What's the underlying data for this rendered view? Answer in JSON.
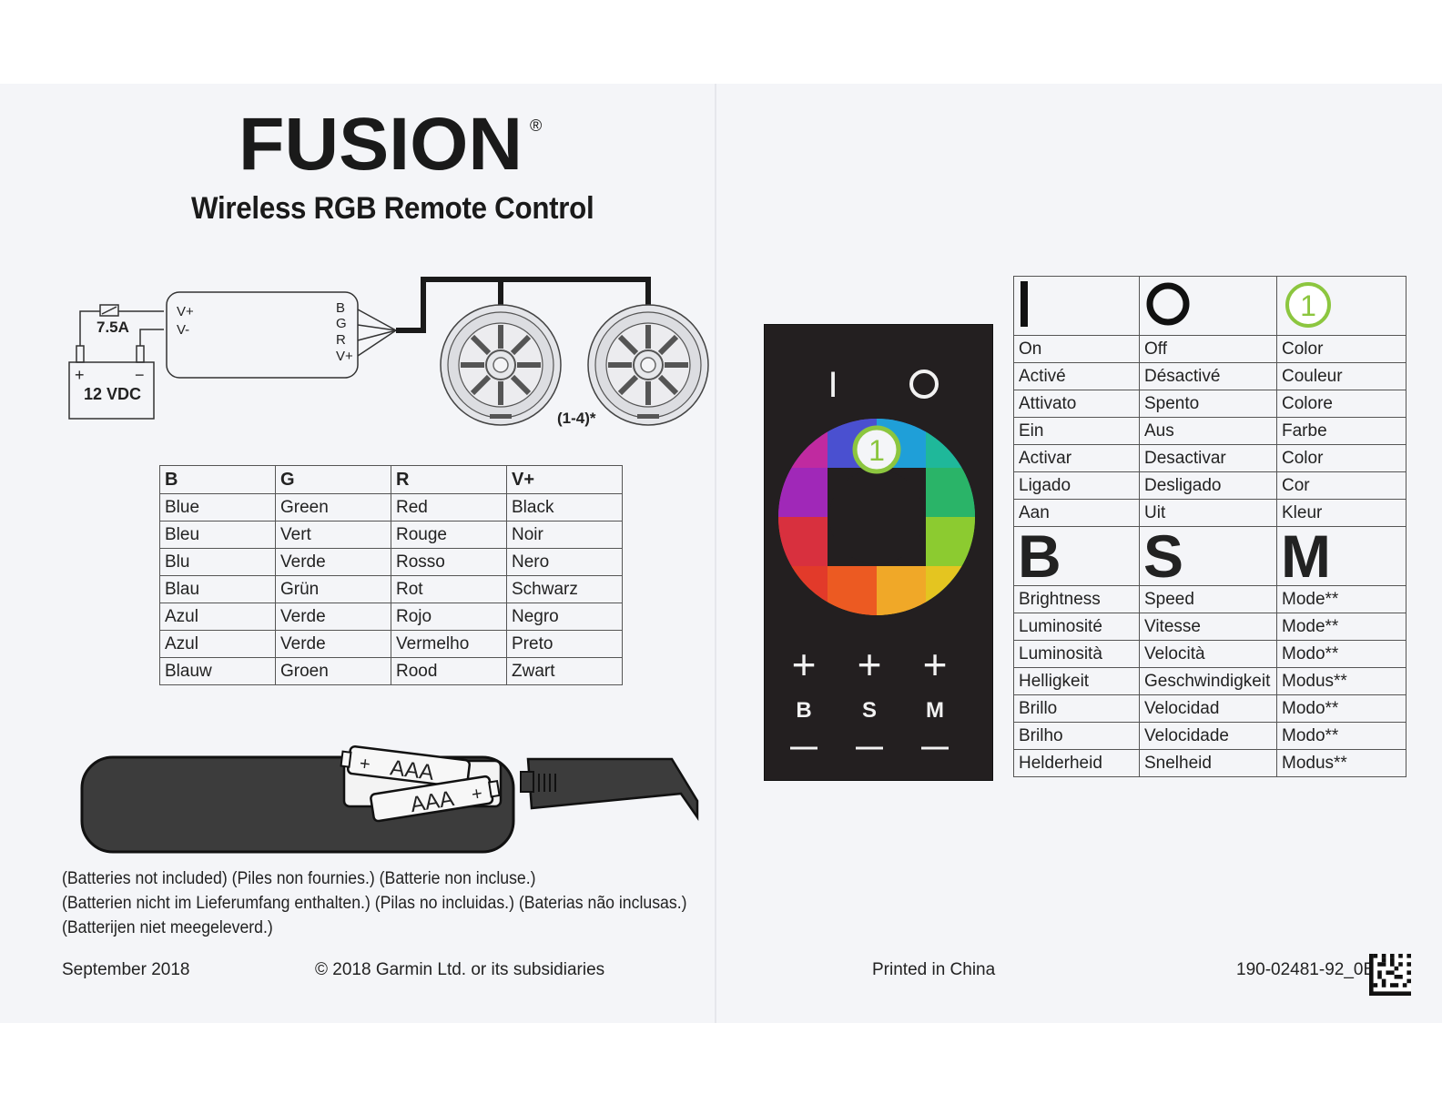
{
  "brand": {
    "logo_text": "FUSION",
    "registered_mark": "®",
    "subtitle": "Wireless RGB Remote Control"
  },
  "wiring": {
    "fuse_label": "7.5A",
    "battery_label": "12 VDC",
    "battery_plus": "+",
    "battery_minus": "−",
    "controller_inputs": [
      "V+",
      "V-"
    ],
    "controller_outputs": [
      "B",
      "G",
      "R",
      "V+"
    ],
    "speaker_note": "(1-4)*"
  },
  "wire_table": {
    "headers": [
      "B",
      "G",
      "R",
      "V+"
    ],
    "rows": [
      [
        "Blue",
        "Green",
        "Red",
        "Black"
      ],
      [
        "Bleu",
        "Vert",
        "Rouge",
        "Noir"
      ],
      [
        "Blu",
        "Verde",
        "Rosso",
        "Nero"
      ],
      [
        "Blau",
        "Grün",
        "Rot",
        "Schwarz"
      ],
      [
        "Azul",
        "Verde",
        "Rojo",
        "Negro"
      ],
      [
        "Azul",
        "Verde",
        "Vermelho",
        "Preto"
      ],
      [
        "Blauw",
        "Groen",
        "Rood",
        "Zwart"
      ]
    ]
  },
  "batteries": {
    "label_1": "AAA",
    "label_2": "AAA",
    "plus": "+"
  },
  "battery_notes": [
    "(Batteries not included) (Piles non fournies.) (Batterie non incluse.)",
    "(Batterien nicht im Lieferumfang enthalten.) (Pilas no incluidas.) (Baterias não inclusas.)",
    "(Batterijen niet meegeleverd.)"
  ],
  "remote": {
    "on_symbol": "I",
    "off_symbol": "O",
    "color_badge": "1",
    "plus_symbol": "+",
    "minus_symbol": "—",
    "button_labels": [
      "B",
      "S",
      "M"
    ]
  },
  "function_table": {
    "symbol_row_1": [
      "I",
      "O",
      "1"
    ],
    "rows_1": [
      [
        "On",
        "Off",
        "Color"
      ],
      [
        "Activé",
        "Désactivé",
        "Couleur"
      ],
      [
        "Attivato",
        "Spento",
        "Colore"
      ],
      [
        "Ein",
        "Aus",
        "Farbe"
      ],
      [
        "Activar",
        "Desactivar",
        "Color"
      ],
      [
        "Ligado",
        "Desligado",
        "Cor"
      ],
      [
        "Aan",
        "Uit",
        "Kleur"
      ]
    ],
    "symbol_row_2": [
      "B",
      "S",
      "M"
    ],
    "rows_2": [
      [
        "Brightness",
        "Speed",
        "Mode**"
      ],
      [
        "Luminosité",
        "Vitesse",
        "Mode**"
      ],
      [
        "Luminosità",
        "Velocità",
        "Modo**"
      ],
      [
        "Helligkeit",
        "Geschwindigkeit",
        "Modus**"
      ],
      [
        "Brillo",
        "Velocidad",
        "Modo**"
      ],
      [
        "Brilho",
        "Velocidade",
        "Modo**"
      ],
      [
        "Helderheid",
        "Snelheid",
        "Modus**"
      ]
    ]
  },
  "footer": {
    "date": "September 2018",
    "copyright": "© 2018 Garmin Ltd. or its subsidiaries",
    "printed": "Printed in China",
    "part_number": "190-02481-92_0B"
  },
  "colors": {
    "badge_green": "#8cc63f",
    "remote_body": "#231f20",
    "battery_body": "#3c3c3c"
  }
}
